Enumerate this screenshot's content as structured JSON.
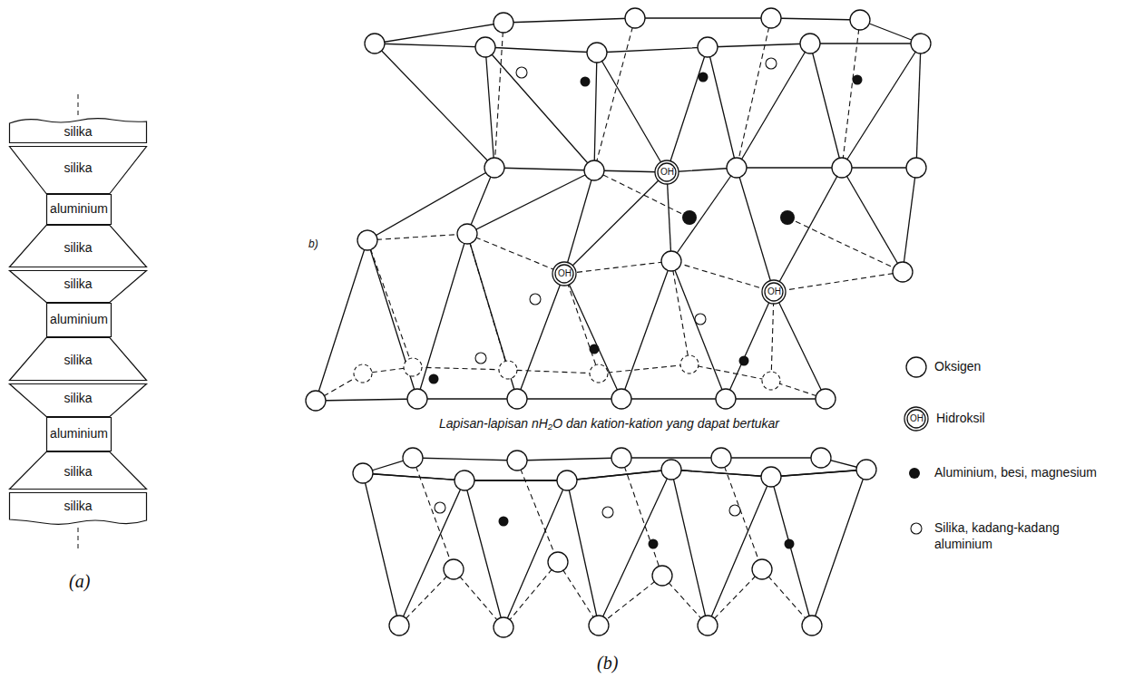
{
  "diagram": {
    "nodes": [
      {
        "text": [
          "silika"
        ]
      },
      {
        "text": [
          "silika"
        ]
      },
      {
        "text": [
          "aluminium"
        ]
      },
      {
        "text": [
          "silika"
        ]
      },
      {
        "text": [
          "silika"
        ]
      },
      {
        "text": [
          "aluminium"
        ]
      },
      {
        "text": [
          "silika"
        ]
      },
      {
        "text": [
          "silika"
        ]
      },
      {
        "text": [
          "aluminium"
        ]
      },
      {
        "text": [
          "silika"
        ]
      },
      {
        "text": [
          "silika"
        ]
      }
    ],
    "labels": [
      "OH",
      "b)",
      "OH",
      "OH",
      "Lapisan-lapisan nH₂O dan kation-kation yang dapat bertukar",
      "OH",
      "(a)",
      "(b)"
    ],
    "legend": [
      {
        "text": "Oksigen"
      },
      {
        "text": "Hidroksil"
      },
      {
        "text": "Aluminium, besi, magnesium"
      },
      {
        "text": "Silika, kadang-kadang aluminium"
      }
    ]
  }
}
